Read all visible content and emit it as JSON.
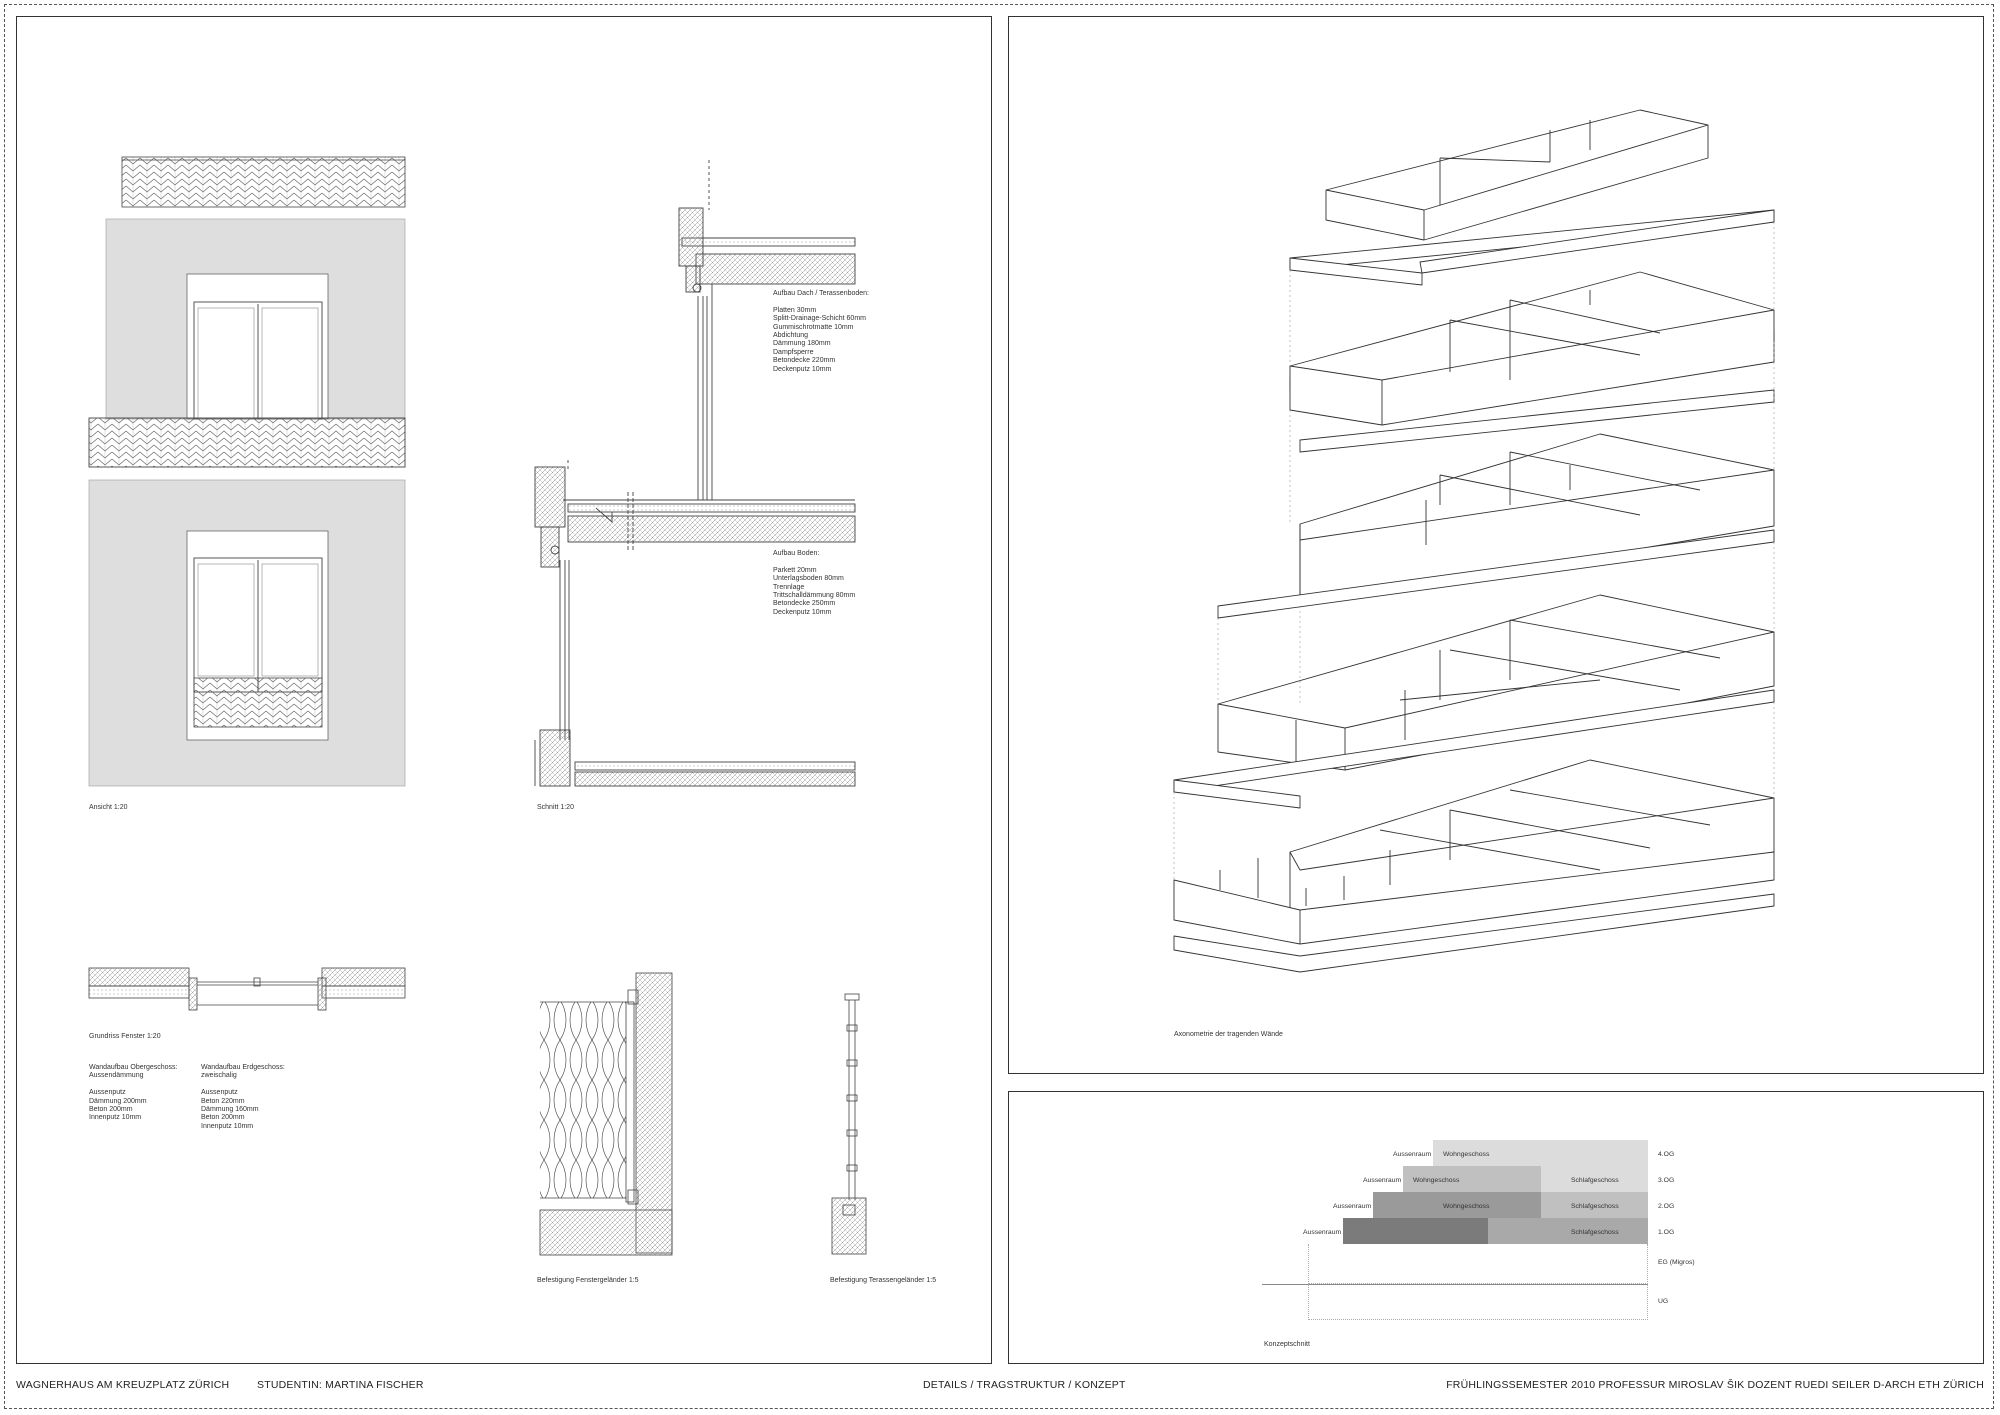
{
  "captions": {
    "ansicht": "Ansicht  1:20",
    "schnitt": "Schnitt  1:20",
    "grundriss": "Grundriss Fenster  1:20",
    "fenstergelaender": "Befestigung Fenstergeländer  1:5",
    "terrassengelaender": "Befestigung Terassengeländer  1:5",
    "axonometrie": "Axonometrie der tragenden Wände",
    "konzeptschnitt": "Konzeptschnitt"
  },
  "section_notes": {
    "dach": {
      "title": "Aufbau Dach / Terassenboden:",
      "lines": [
        "Platten 30mm",
        "Splitt-Drainage-Schicht 60mm",
        "Gummischrotmatte 10mm",
        "Abdichtung",
        "Dämmung 180mm",
        "Dampfsperre",
        "Betondecke 220mm",
        "Deckenputz 10mm"
      ]
    },
    "boden": {
      "title": "Aufbau Boden:",
      "lines": [
        "Parkett 20mm",
        "Unterlagsboden 80mm",
        "Trennlage",
        "Trittschalldämmung 80mm",
        "Betondecke 250mm",
        "Deckenputz 10mm"
      ]
    }
  },
  "wall_notes": {
    "og": {
      "title": "Wandaufbau Obergeschoss:",
      "subtitle": "Aussendämmung",
      "lines": [
        "Aussenputz",
        "Dämmung 200mm",
        "Beton 200mm",
        "Innenputz 10mm"
      ]
    },
    "eg": {
      "title": "Wandaufbau Erdgeschoss:",
      "subtitle": "zweischalig",
      "lines": [
        "Aussenputz",
        "Beton 220mm",
        "Dämmung 160mm",
        "Beton 200mm",
        "Innenputz 10mm"
      ]
    }
  },
  "concept": {
    "floors": [
      "4.OG",
      "3.OG",
      "2.OG",
      "1.OG",
      "EG (Migros)",
      "UG"
    ],
    "labels": {
      "aussenraum": "Aussenraum",
      "wohngeschoss": "Wohngeschoss",
      "schlafgeschoss": "Schlafgeschoss"
    },
    "colors": {
      "light": "#dcdcdc",
      "mid": "#c0c0c0",
      "dark": "#9a9a9a",
      "darkest": "#7b7b7b",
      "schlaf": "#a9a9a9"
    }
  },
  "footer": {
    "project": "WAGNERHAUS AM KREUZPLATZ   ZÜRICH",
    "student": "STUDENTIN: MARTINA FISCHER",
    "topic": "DETAILS / TRAGSTRUKTUR / KONZEPT",
    "semester": "FRÜHLINGSSEMESTER 2010    PROFESSUR  MIROSLAV ŠIK     DOZENT  RUEDI SEILER     D-ARCH     ETH ZÜRICH"
  }
}
